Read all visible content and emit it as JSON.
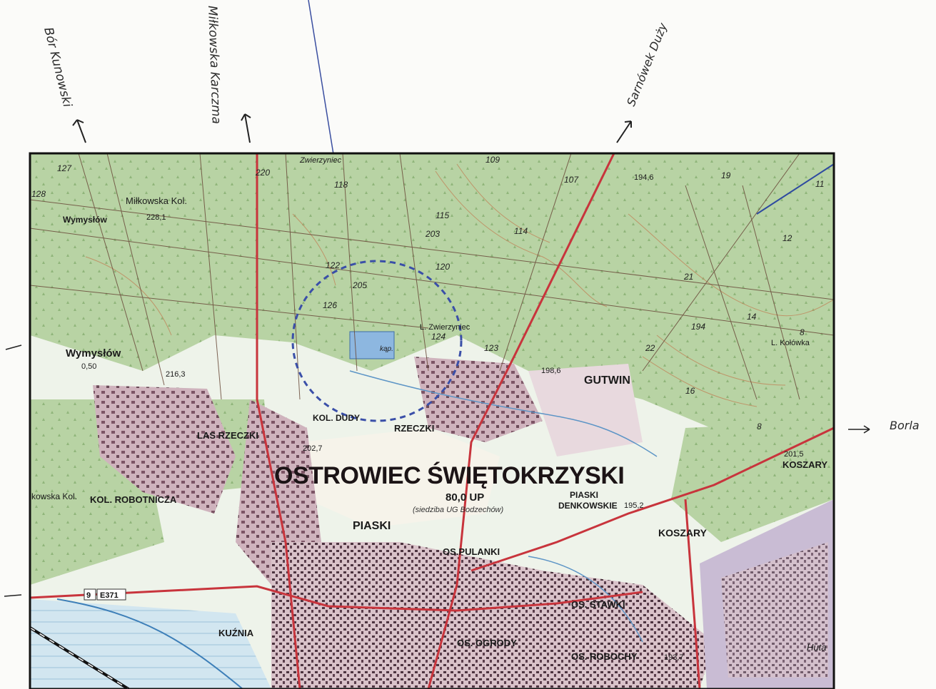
{
  "margin_labels": {
    "bor_kunowski": "Bór Kunowski",
    "milkowska_karczma": "Miłkowska Karczma",
    "sarnowek_duzy": "Sarnówek Duży",
    "boria": "Borla"
  },
  "map": {
    "city": "OSTROWIEC ŚWIĘTOKRZYSKI",
    "station": "80,0 UP",
    "station_note": "(siedziba UG Bodzechów)",
    "places": {
      "milkowska_kol": "Miłkowska Kol.",
      "wymyslow_top": "Wymysłów",
      "wymyslow": "Wymysłów",
      "las_rzeczki": "LAS RZECZKI",
      "kol_robotnicza": "KOL. ROBOTNICZA",
      "kowska_kol": "kowska Kol.",
      "kol_dudy": "KOL. DUDY",
      "rzeczki": "RZECZKI",
      "gutwin": "GUTWIN",
      "koszary": "KOSZARY",
      "koszary_r": "KOSZARY",
      "piaski": "PIASKI",
      "piaski_denk": "PIASKI",
      "denkowskie": "DENKOWSKIE",
      "os_pulanki": "OS.PULANKI",
      "os_stawki": "OS. STAWKI",
      "os_ogrody": "OS. OGRODY",
      "os_robochy": "OS. ROBOCHY",
      "kuznia": "KUŹNIA",
      "l_zwierzyniec": "L. Zwierzyniec",
      "l_kolowka": "L. Kołówka",
      "zwierzyniec": "Zwierzyniec",
      "huta": "Huta"
    },
    "elevations": {
      "e228": "228,1",
      "e216": "216,3",
      "e201": "201,5",
      "e198": "198,6",
      "e195": "195,2",
      "e194": "194,6",
      "e193": "193,7",
      "e202": "202,7"
    },
    "numbers": [
      "127",
      "128",
      "220",
      "118",
      "109",
      "107",
      "19",
      "11",
      "115",
      "203",
      "114",
      "12",
      "122",
      "120",
      "205",
      "21",
      "126",
      "124",
      "123",
      "194",
      "14",
      "8",
      "22",
      "16",
      "8"
    ],
    "road": {
      "number": "9",
      "euro": "E371"
    },
    "notes": {
      "kap": "kąp.",
      "d50": "0,50"
    }
  }
}
